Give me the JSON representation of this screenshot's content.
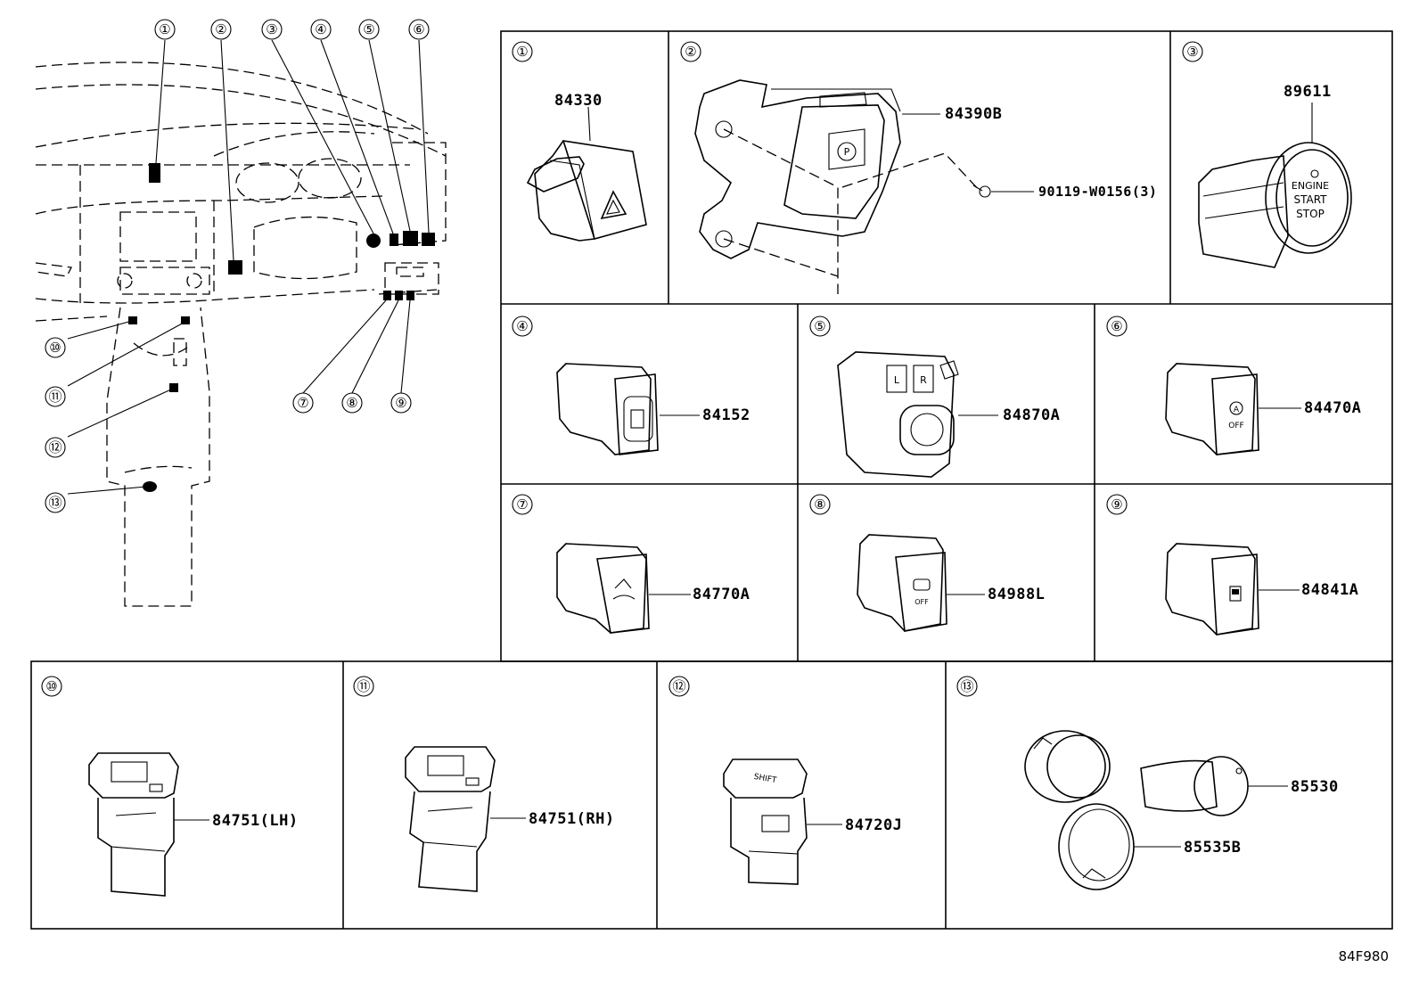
{
  "diagram_code": "84F980",
  "overview_callouts": [
    "①",
    "②",
    "③",
    "④",
    "⑤",
    "⑥",
    "⑦",
    "⑧",
    "⑨",
    "⑩",
    "⑪",
    "⑫",
    "⑬"
  ],
  "panels": [
    {
      "callout": "①",
      "parts": [
        "84330"
      ]
    },
    {
      "callout": "②",
      "parts": [
        "84390B",
        "90119-W0156(3)"
      ]
    },
    {
      "callout": "③",
      "parts": [
        "89611"
      ]
    },
    {
      "callout": "④",
      "parts": [
        "84152"
      ]
    },
    {
      "callout": "⑤",
      "parts": [
        "84870A"
      ]
    },
    {
      "callout": "⑥",
      "parts": [
        "84470A"
      ]
    },
    {
      "callout": "⑦",
      "parts": [
        "84770A"
      ]
    },
    {
      "callout": "⑧",
      "parts": [
        "84988L"
      ]
    },
    {
      "callout": "⑨",
      "parts": [
        "84841A"
      ]
    },
    {
      "callout": "⑩",
      "parts": [
        "84751(LH)"
      ]
    },
    {
      "callout": "⑪",
      "parts": [
        "84751(RH)"
      ]
    },
    {
      "callout": "⑫",
      "parts": [
        "84720J"
      ]
    },
    {
      "callout": "⑬",
      "parts": [
        "85530",
        "85535B"
      ]
    }
  ],
  "button_text": {
    "start_stop": [
      "ENGINE",
      "START",
      "STOP"
    ],
    "park": "P",
    "mirror_l": "L",
    "mirror_r": "R",
    "auto_off_a": "A",
    "off": "OFF",
    "shift": "SHIFT"
  }
}
